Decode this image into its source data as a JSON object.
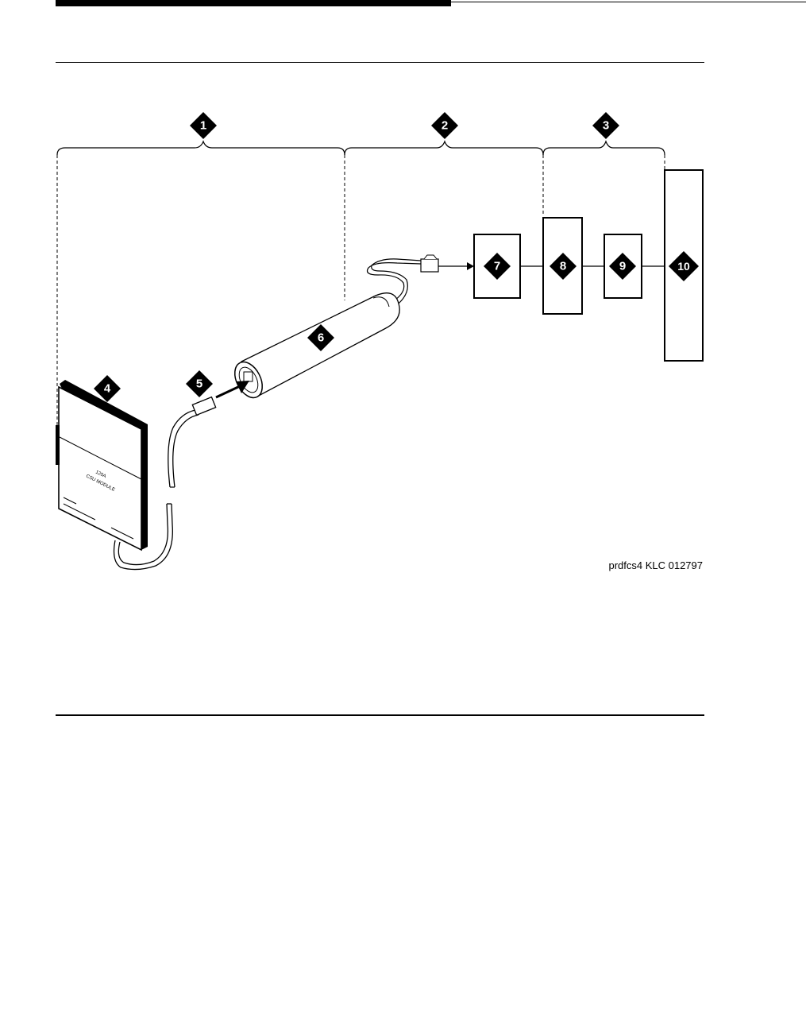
{
  "callouts": {
    "c1": "1",
    "c2": "2",
    "c3": "3",
    "c4": "4",
    "c5": "5",
    "c6": "6",
    "c7": "7",
    "c8": "8",
    "c9": "9",
    "c10": "10"
  },
  "module": {
    "line1": "120A",
    "line2": "CSU MODULE",
    "fine_left_1": "",
    "fine_left_2": "",
    "fine_right": ""
  },
  "figure_credit": "prdfcs4 KLC 012797"
}
